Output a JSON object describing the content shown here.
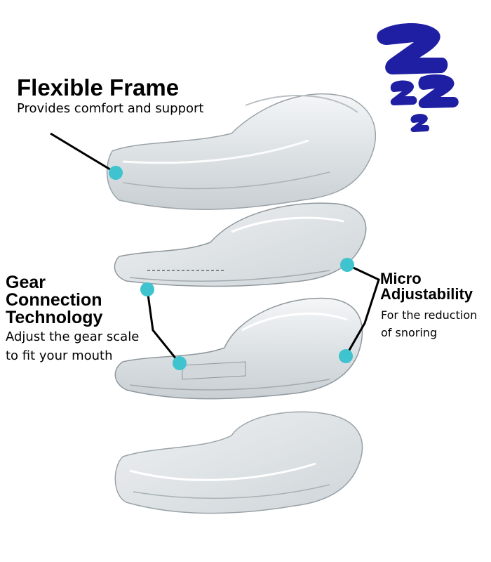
{
  "labels": {
    "flexible_frame": {
      "title": "Flexible Frame",
      "description": "Provides comfort and support"
    },
    "gear_connection": {
      "title_lines": [
        "Gear",
        "Connection",
        "Technology"
      ],
      "description_lines": [
        "Adjust the gear scale",
        "to fit your mouth"
      ]
    },
    "micro_adjustability": {
      "title_lines": [
        "Micro",
        "Adjustability"
      ],
      "description_lines": [
        "For the reduction",
        "of snoring"
      ]
    }
  },
  "colors": {
    "callout_dot": "#3ec3cf",
    "sleep_icon": "#1f1fa3",
    "line": "#000000"
  },
  "icons": [
    "sleep-zzz-icon"
  ]
}
